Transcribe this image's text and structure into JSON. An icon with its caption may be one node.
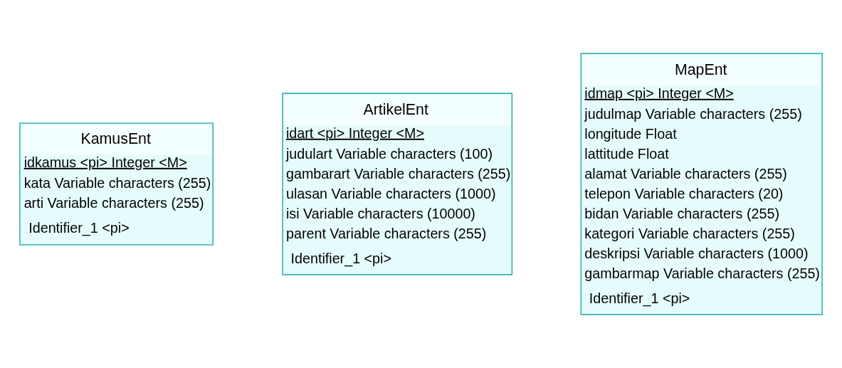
{
  "diagram": {
    "nodes": [
      {
        "text": [
          "KamusEnt",
          "idkamus <pi> Integer <M>",
          "kata Variable characters (255)",
          "arti Variable characters (255)",
          "Identifier_1 <pi>"
        ]
      },
      {
        "text": [
          "ArtikelEnt",
          "idart <pi> Integer <M>",
          "judulart Variable characters (100)",
          "gambarart Variable characters (255)",
          "ulasan Variable characters (1000)",
          "isi Variable characters (10000)",
          "parent Variable characters (255)",
          "Identifier_1 <pi>"
        ]
      },
      {
        "text": [
          "MapEnt",
          "idmap <pi> Integer <M>",
          "judulmap Variable characters (255)",
          "longitude Float",
          "lattitude Float",
          "alamat Variable characters (255)",
          "telepon Variable characters (20)",
          "bidan Variable characters (255)",
          "kategori Variable characters (255)",
          "deskripsi Variable characters (1000)",
          "gambarmap Variable characters (255)",
          "Identifier_1 <pi>"
        ]
      }
    ],
    "edges": []
  }
}
